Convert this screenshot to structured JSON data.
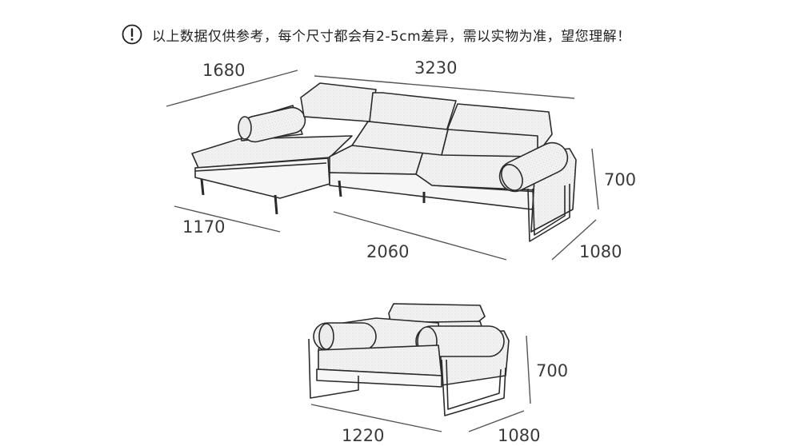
{
  "notice": {
    "icon": "exclamation-circle-icon",
    "text": "以上数据仅供参考，每个尺寸都会有2-5cm差异，需以实物为准，望您理解！"
  },
  "sofa": {
    "dim_chaise_width": "1680",
    "dim_total_length": "3230",
    "dim_height": "700",
    "dim_chaise_depth": "1170",
    "dim_main_length": "2060",
    "dim_depth": "1080"
  },
  "armchair": {
    "dim_height": "700",
    "dim_width": "1220",
    "dim_depth": "1080"
  }
}
